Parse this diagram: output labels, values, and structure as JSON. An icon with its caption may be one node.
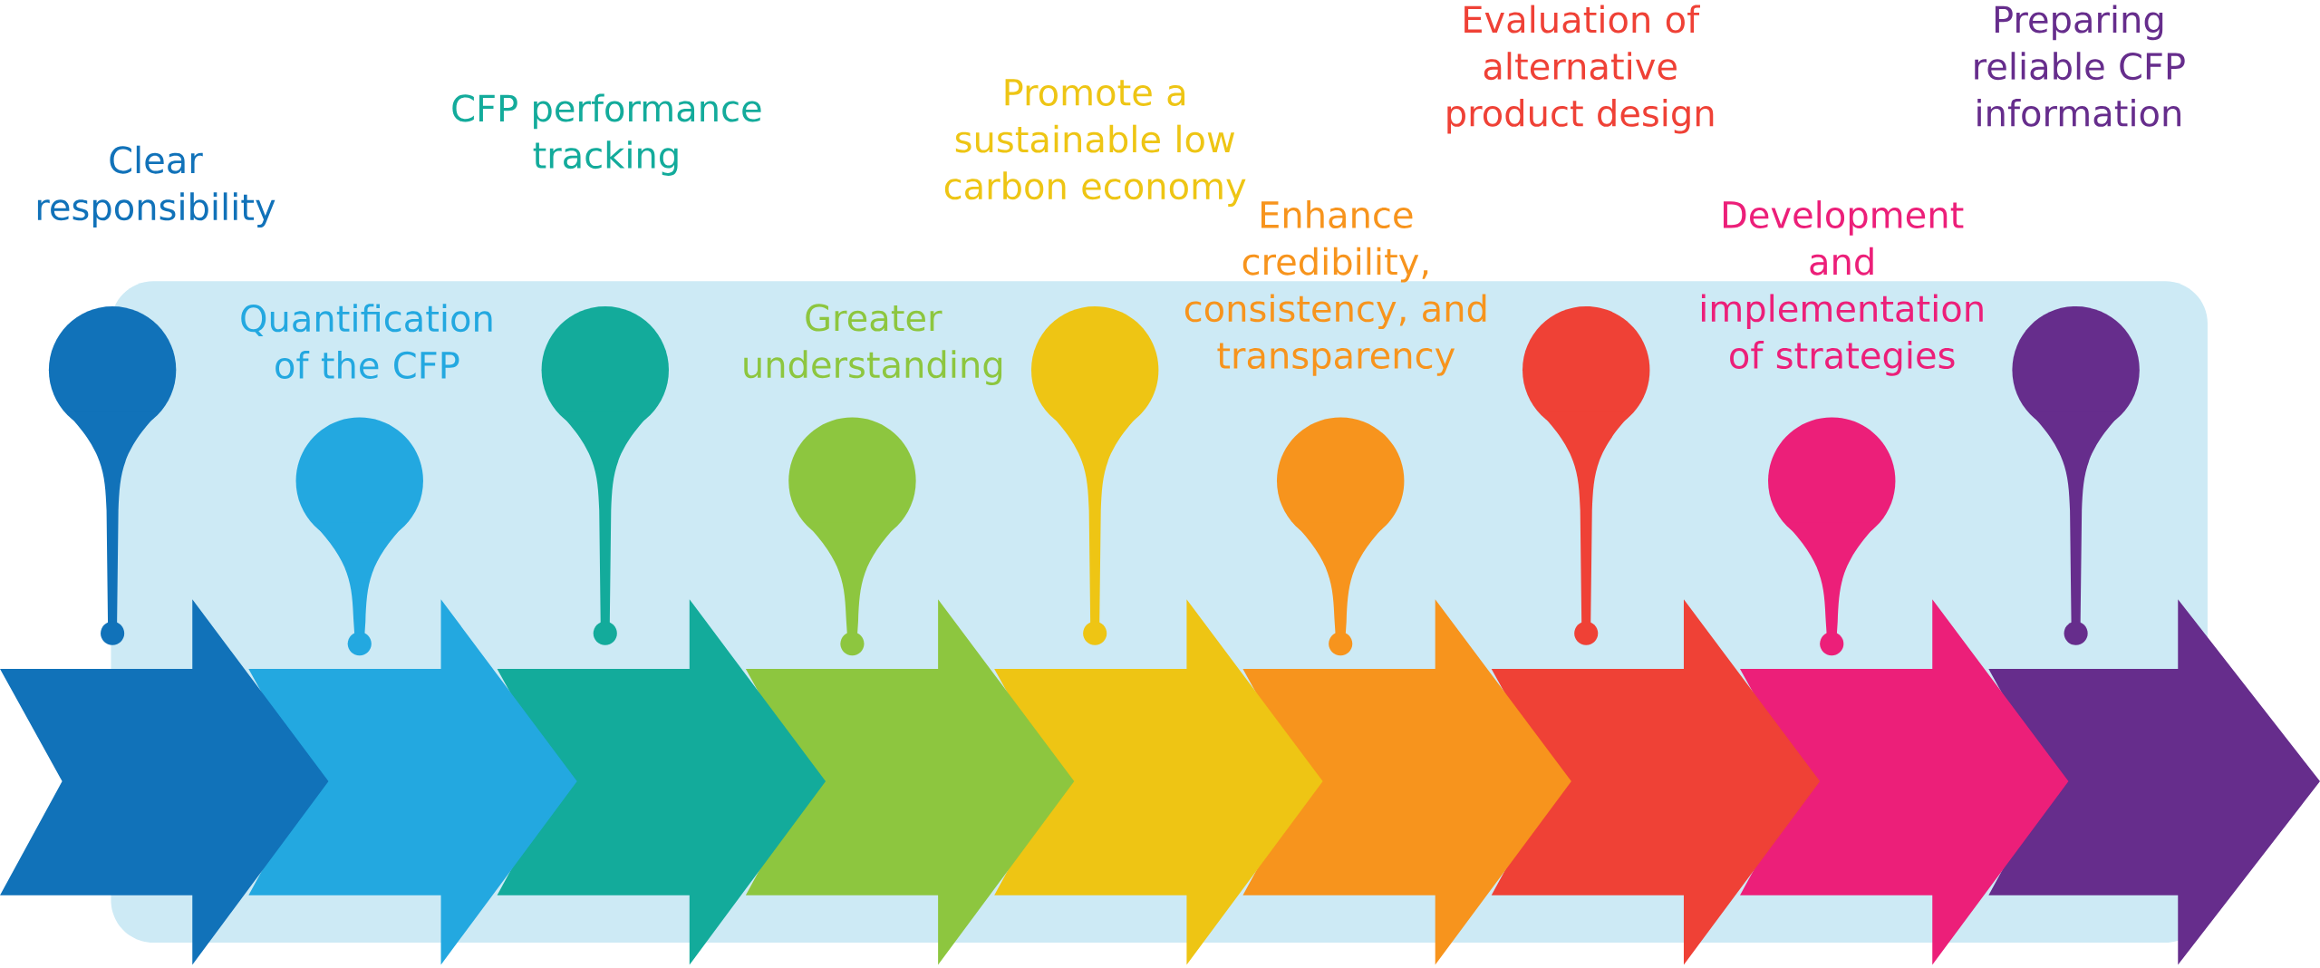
{
  "diagram": {
    "nodes": [
      {
        "text": [
          "Clear responsibility"
        ]
      },
      {
        "text": [
          "Quantification of the CFP"
        ]
      },
      {
        "text": [
          "CFP performance tracking"
        ]
      },
      {
        "text": [
          "Greater understanding"
        ]
      },
      {
        "text": [
          "Promote a sustainable low carbon economy"
        ]
      },
      {
        "text": [
          "Enhance credibility, consistency, and transparency"
        ]
      },
      {
        "text": [
          "Evaluation of alternative product design"
        ]
      },
      {
        "text": [
          "Development and implementation of strategies"
        ]
      },
      {
        "text": [
          "Preparing reliable CFP information"
        ]
      }
    ]
  }
}
